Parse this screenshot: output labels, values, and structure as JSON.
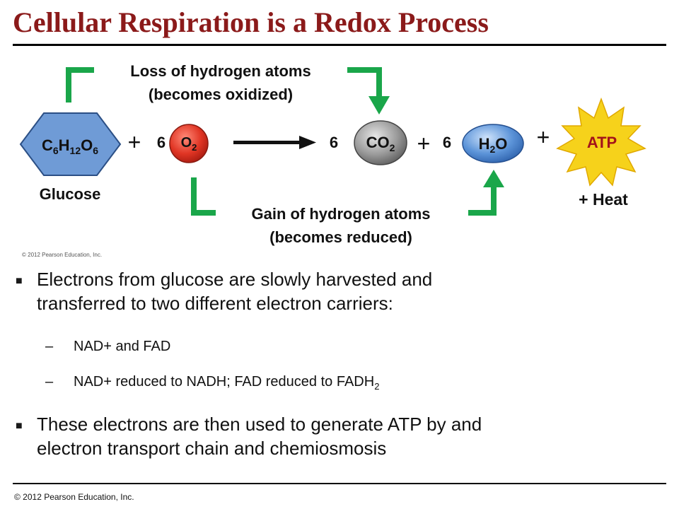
{
  "title": "Cellular Respiration is a Redox Process",
  "diagram": {
    "oxidized_label_line1": "Loss of hydrogen atoms",
    "oxidized_label_line2": "(becomes oxidized)",
    "reduced_label_line1": "Gain of hydrogen atoms",
    "reduced_label_line2": "(becomes reduced)",
    "glucose_formula": {
      "c": "C",
      "c_n": "6",
      "h": "H",
      "h_n": "12",
      "o": "O",
      "o_n": "6"
    },
    "glucose_label": "Glucose",
    "plus": "+",
    "coef_o2": "6",
    "o2": {
      "el": "O",
      "n": "2"
    },
    "coef_co2": "6",
    "co2": {
      "el": "CO",
      "n": "2"
    },
    "coef_h2o": "6",
    "h2o": {
      "h": "H",
      "n": "2",
      "o": "O"
    },
    "atp": "ATP",
    "heat": "+ Heat",
    "credit": "© 2012 Pearson Education, Inc.",
    "colors": {
      "arrow_green": "#1aa64a",
      "glucose_fill": "#6f9bd6",
      "o2_fill": "#e03524",
      "co2_fill": "#9a9a9a",
      "h2o_fill": "#5b93d8",
      "atp_fill": "#f6d21b",
      "title_red": "#8b1a1a"
    }
  },
  "bullets": [
    {
      "line1": "Electrons from glucose are slowly harvested and",
      "line2": "transferred to two different electron carriers:"
    },
    {
      "line1": "These electrons are then used to generate ATP by and",
      "line2": "electron transport chain and chemiosmosis"
    }
  ],
  "subbullets": [
    {
      "dash": "–",
      "text": "NAD+ and FAD"
    },
    {
      "dash": "–",
      "text": "NAD+ reduced to NADH;  FAD reduced to FADH",
      "sub": "2"
    }
  ],
  "footer": "© 2012 Pearson Education, Inc."
}
